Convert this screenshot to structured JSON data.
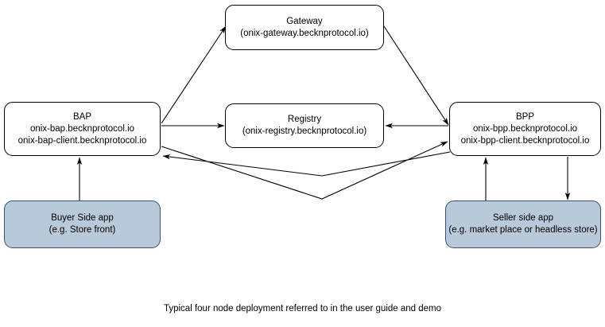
{
  "diagram": {
    "caption": "Typical four node deployment referred to in the user guide and demo",
    "nodes": {
      "gateway": {
        "title": "Gateway",
        "subtitle": "(onix-gateway.becknprotocol.io)"
      },
      "bap": {
        "title": "BAP",
        "line2": "onix-bap.becknprotocol.io",
        "line3": "onix-bap-client.becknprotocol.io"
      },
      "registry": {
        "title": "Registry",
        "subtitle": "(onix-registry.becknprotocol.io)"
      },
      "bpp": {
        "title": "BPP",
        "line2": "onix-bpp.becknprotocol.io",
        "line3": "onix-bpp-client.becknprotocol.io"
      },
      "buyer_app": {
        "title": "Buyer Side app",
        "subtitle": "(e.g. Store front)"
      },
      "seller_app": {
        "title": "Seller side app",
        "subtitle": "(e.g. market place or headless store)"
      }
    },
    "edges": [
      {
        "name": "bap-to-gateway",
        "from": "bap",
        "to": "gateway",
        "style": "solid",
        "arrow": "end"
      },
      {
        "name": "gateway-to-bpp",
        "from": "gateway",
        "to": "bpp",
        "style": "solid",
        "arrow": "end"
      },
      {
        "name": "bap-to-registry",
        "from": "bap",
        "to": "registry",
        "style": "solid",
        "arrow": "end"
      },
      {
        "name": "bpp-to-registry",
        "from": "bpp",
        "to": "registry",
        "style": "solid",
        "arrow": "end"
      },
      {
        "name": "bap-to-bpp",
        "from": "bap",
        "to": "bpp",
        "style": "solid",
        "arrow": "end"
      },
      {
        "name": "bpp-to-bap",
        "from": "bpp",
        "to": "bap",
        "style": "solid",
        "arrow": "end"
      },
      {
        "name": "buyer-app-to-bap",
        "from": "buyer_app",
        "to": "bap",
        "style": "solid",
        "arrow": "end"
      },
      {
        "name": "seller-app-to-bpp",
        "from": "seller_app",
        "to": "bpp",
        "style": "solid",
        "arrow": "end"
      },
      {
        "name": "bpp-to-seller-app",
        "from": "bpp",
        "to": "seller_app",
        "style": "solid",
        "arrow": "end"
      }
    ],
    "colors": {
      "background": "#ffffff",
      "node_fill": "#ffffff",
      "node_stroke": "#000000",
      "shaded_fill": "#b9c9d9",
      "shaded_stroke": "#36536f",
      "edge_stroke": "#000000",
      "text": "#000000"
    }
  }
}
